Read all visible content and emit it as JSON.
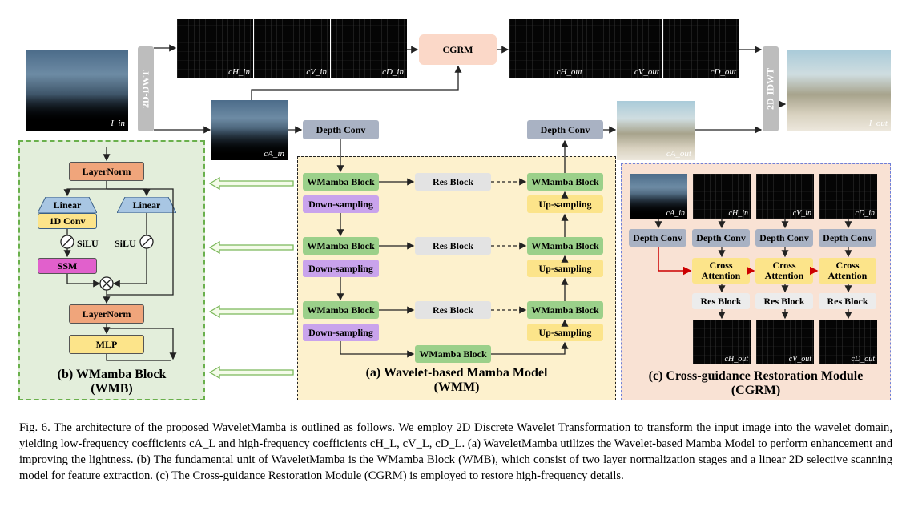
{
  "images": {
    "input_label": "I_in",
    "cA_label": "cA_in",
    "cH_in_label": "cH_in",
    "cV_in_label": "cV_in",
    "cD_in_label": "cD_in",
    "cH_out_label": "cH_out",
    "cV_out_label": "cV_out",
    "cD_out_label": "cD_out",
    "cA_out_label": "cA_out",
    "output_label": "I_out"
  },
  "top": {
    "dwt_label": "2D-DWT",
    "idwt_label": "2D-IDWT",
    "cgrm_label": "CGRM"
  },
  "wmb": {
    "layernorm1": "LayerNorm",
    "linear_left": "Linear",
    "linear_right": "Linear",
    "conv1d": "1D Conv",
    "silu_left": "SiLU",
    "silu_right": "SiLU",
    "ssm": "SSM",
    "layernorm2": "LayerNorm",
    "mlp": "MLP",
    "title_line1": "(b) WMamba Block",
    "title_line2": "(WMB)"
  },
  "wmm": {
    "depth_conv_in": "Depth Conv",
    "depth_conv_out": "Depth Conv",
    "wmamba_block": "WMamba Block",
    "res_block": "Res Block",
    "down_sampling": "Down-sampling",
    "up_sampling": "Up-sampling",
    "title_line1": "(a) Wavelet-based Mamba Model",
    "title_line2": "(WMM)"
  },
  "cgrm": {
    "depth_conv": "Depth Conv",
    "cross_attention": "Cross Attention",
    "res_block": "Res Block",
    "title_line1": "(c) Cross-guidance Restoration Module",
    "title_line2": "(CGRM)"
  },
  "caption": "Fig. 6.  The architecture of the proposed WaveletMamba is outlined as follows. We employ 2D Discrete Wavelet Transformation to transform the input image into the wavelet domain, yielding low-frequency coefficients cA_L and high-frequency coefficients cH_L, cV_L, cD_L. (a) WaveletMamba utilizes the Wavelet-based Mamba Model to perform enhancement and improving the lightness. (b) The fundamental unit of WaveletMamba is the WMamba Block (WMB), which consist of two layer normalization stages and a linear 2D selective scanning model for feature extraction. (c) The Cross-guidance Restoration Module (CGRM) is employed to restore high-frequency details.",
  "colors": {
    "wmb_panel_bg": "#e3eedb",
    "wmb_panel_border": "#6ab04c",
    "wmm_panel_bg": "#fdf1cd",
    "cgrm_panel_bg": "#f9e2d4",
    "cgrm_panel_border": "#6f7fd8",
    "red_arrow": "#cc0000"
  }
}
